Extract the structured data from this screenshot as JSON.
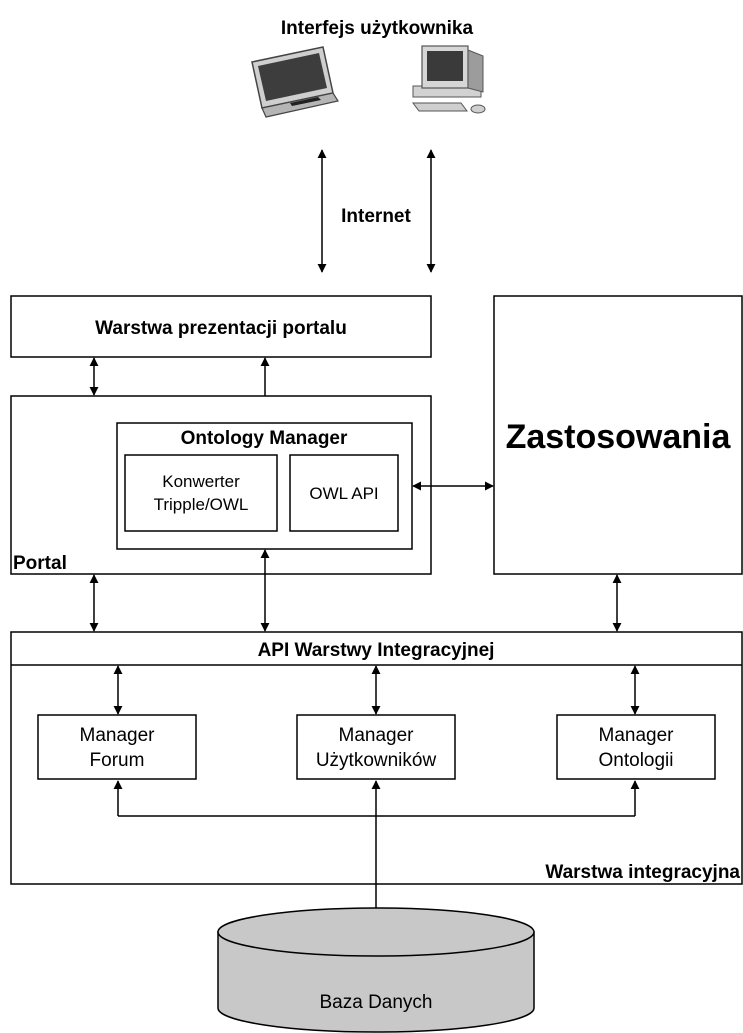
{
  "user_interface": {
    "title": "Interfejs użytkownika",
    "devices": [
      "laptop-icon",
      "desktop-computer-icon"
    ]
  },
  "network": {
    "label": "Internet"
  },
  "presentation_layer": {
    "label": "Warstwa prezentacji portalu"
  },
  "portal": {
    "label": "Portal",
    "ontology_manager": {
      "title": "Ontology Manager",
      "converter_line1": "Konwerter",
      "converter_line2": "Tripple/OWL",
      "owl_api": "OWL API"
    }
  },
  "applications": {
    "label": "Zastosowania"
  },
  "integration_layer": {
    "api_label": "API Warstwy Integracyjnej",
    "label": "Warstwa integracyjna",
    "managers": {
      "forum_line1": "Manager",
      "forum_line2": "Forum",
      "users_line1": "Manager",
      "users_line2": "Użytkowników",
      "ontology_line1": "Manager",
      "ontology_line2": "Ontologii"
    }
  },
  "database": {
    "label": "Baza Danych"
  },
  "colors": {
    "line": "#000000",
    "background": "#ffffff",
    "database_fill": "#c8c8c8",
    "device_body": "#d9d9d9",
    "device_screen": "#404040"
  }
}
